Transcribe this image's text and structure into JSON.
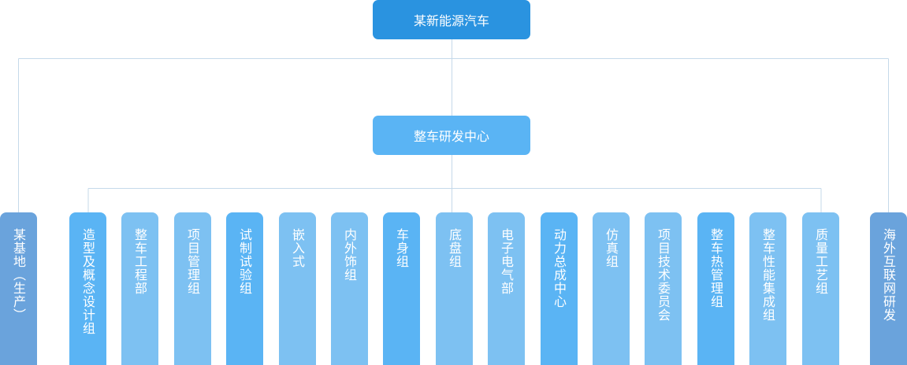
{
  "root": {
    "label": "某新能源汽车",
    "color": "#2a93e0"
  },
  "center": {
    "label": "整车研发中心",
    "color": "#5ab4f4"
  },
  "side_left": {
    "label": "某基地（生产）",
    "color": "#6aa3dc"
  },
  "side_right": {
    "label": "海外互联网研发",
    "color": "#6aa3dc"
  },
  "groups": [
    {
      "label": "造型及概念设计组",
      "color": "#5ab4f4"
    },
    {
      "label": "整车工程部",
      "color": "#7dc1f2"
    },
    {
      "label": "项目管理组",
      "color": "#7dc1f2"
    },
    {
      "label": "试制试验组",
      "color": "#5ab4f4"
    },
    {
      "label": "嵌入式",
      "color": "#7dc1f2"
    },
    {
      "label": "内外饰组",
      "color": "#7dc1f2"
    },
    {
      "label": "车身组",
      "color": "#5ab4f4"
    },
    {
      "label": "底盘组",
      "color": "#7dc1f2"
    },
    {
      "label": "电子电气部",
      "color": "#7dc1f2"
    },
    {
      "label": "动力总成中心",
      "color": "#5ab4f4"
    },
    {
      "label": "仿真组",
      "color": "#7dc1f2"
    },
    {
      "label": "项目技术委员会",
      "color": "#7dc1f2"
    },
    {
      "label": "整车热管理组",
      "color": "#5ab4f4"
    },
    {
      "label": "整车性能集成组",
      "color": "#7dc1f2"
    },
    {
      "label": "质量工艺组",
      "color": "#7dc1f2"
    }
  ]
}
